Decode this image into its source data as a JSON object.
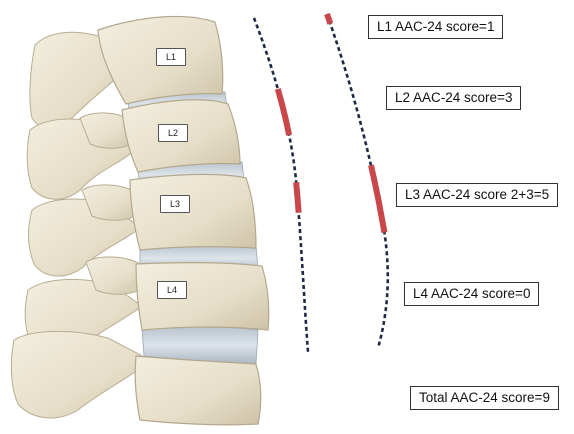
{
  "vertebra_labels": {
    "l1": "L1",
    "l2": "L2",
    "l3": "L3",
    "l4": "L4"
  },
  "scores": {
    "l1": "L1 AAC-24 score=1",
    "l2": "L2 AAC-24 score=3",
    "l3": "L3 AAC-24 score 2+3=5",
    "l4": "L4 AAC-24 score=0",
    "total": "Total AAC-24 score=9"
  },
  "colors": {
    "bone": "#e9e2cf",
    "disc": "#c9d3dc",
    "aorta_dash": "#1e2a44",
    "calcification": "#c9474a"
  },
  "calcification": {
    "anterior_wall_segments": [
      {
        "level": "L2",
        "fraction": [
          0.22,
          0.36
        ]
      },
      {
        "level": "L3",
        "fraction": [
          0.5,
          0.59
        ]
      }
    ],
    "posterior_wall_segments": [
      {
        "level": "L1",
        "fraction": [
          0.0,
          0.03
        ]
      },
      {
        "level": "L3",
        "fraction": [
          0.46,
          0.66
        ]
      }
    ]
  }
}
